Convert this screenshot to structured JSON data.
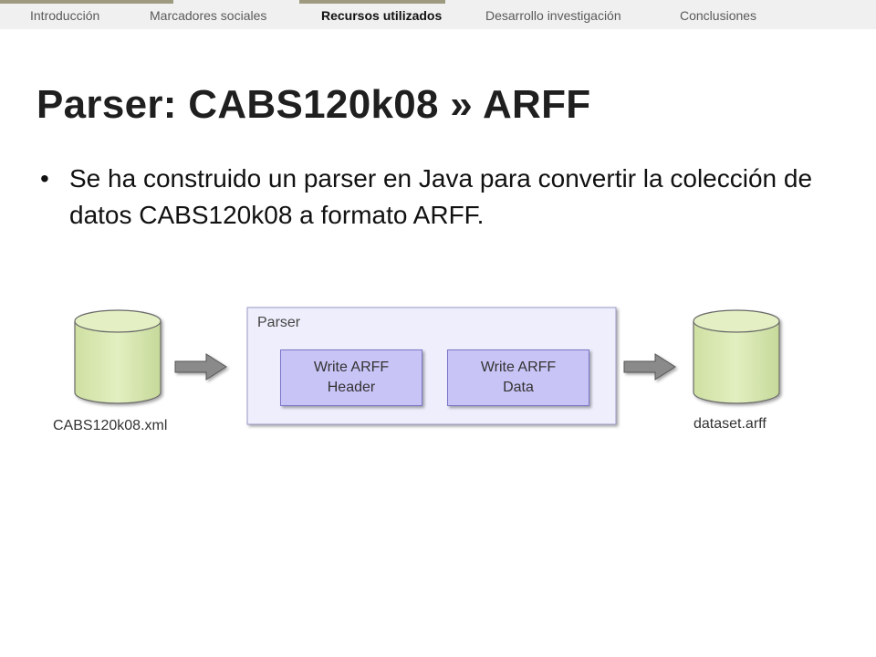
{
  "nav": {
    "items": [
      {
        "label": "Introducción",
        "active": false
      },
      {
        "label": "Marcadores sociales",
        "active": false
      },
      {
        "label": "Recursos utilizados",
        "active": true
      },
      {
        "label": "Desarrollo investigación",
        "active": false
      },
      {
        "label": "Conclusiones",
        "active": false
      }
    ]
  },
  "slide": {
    "title": "Parser: CABS120k08 » ARFF",
    "bullet": "Se ha construido un parser en Java para convertir la colección de datos CABS120k08 a formato ARFF."
  },
  "diagram": {
    "input_db": {
      "label": "CABS120k08.xml"
    },
    "output_db": {
      "label": "dataset.arff"
    },
    "parser": {
      "label": "Parser",
      "steps": [
        {
          "line1": "Write ARFF",
          "line2": "Header"
        },
        {
          "line1": "Write ARFF",
          "line2": "Data"
        }
      ]
    }
  },
  "colors": {
    "database_fill": "#d8e8b0",
    "database_stroke": "#6a6a6a",
    "panel_fill": "#eeeefc",
    "step_fill": "#c8c4f6",
    "arrow_fill": "#8a8a8a",
    "nav_accent": "#9e9a80"
  },
  "icons": [
    "database-icon",
    "right-arrow-icon"
  ]
}
